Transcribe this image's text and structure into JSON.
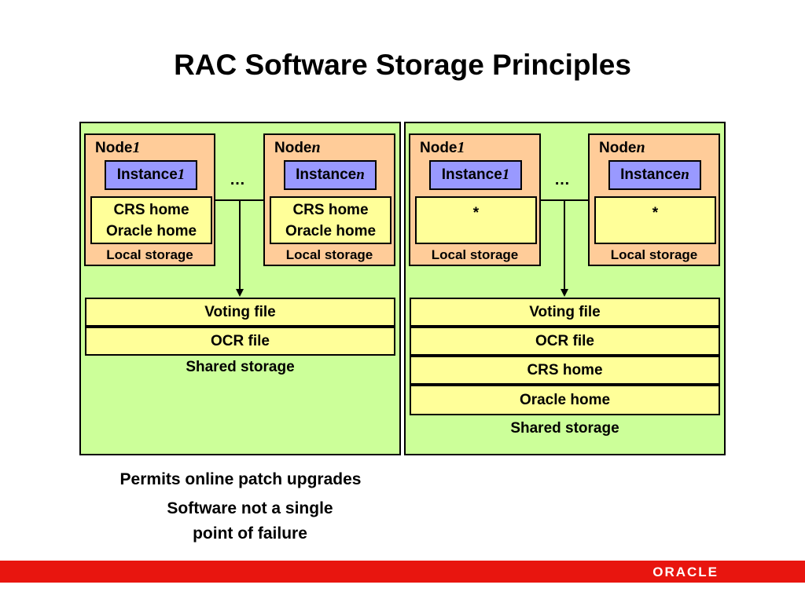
{
  "title": "RAC Software Storage Principles",
  "left": {
    "node1": {
      "label": "Node",
      "sub": "1",
      "instance": "Instance",
      "instance_sub": "1",
      "home_line1": "CRS home",
      "home_line2": "Oracle home",
      "local": "Local storage"
    },
    "noden": {
      "label": "Node",
      "sub": "n",
      "instance": "Instance",
      "instance_sub": "n",
      "home_line1": "CRS home",
      "home_line2": "Oracle home",
      "local": "Local storage"
    },
    "ellipsis": "…",
    "shared_items": [
      "Voting file",
      "OCR file"
    ],
    "shared_label": "Shared storage"
  },
  "right": {
    "node1": {
      "label": "Node",
      "sub": "1",
      "instance": "Instance",
      "instance_sub": "1",
      "home": "*",
      "local": "Local storage"
    },
    "noden": {
      "label": "Node",
      "sub": "n",
      "instance": "Instance",
      "instance_sub": "n",
      "home": "*",
      "local": "Local storage"
    },
    "ellipsis": "…",
    "shared_items": [
      "Voting file",
      "OCR file",
      "CRS home",
      "Oracle home"
    ],
    "shared_label": "Shared storage"
  },
  "bullets": {
    "line1": "Permits online patch upgrades",
    "line2a": "Software not a single",
    "line2b": "point of failure"
  },
  "logo": "ORACLE",
  "colors": {
    "panel": "#ccff99",
    "node": "#ffcc99",
    "instance": "#9999ff",
    "storage": "#ffff99",
    "footer": "#e8150f"
  }
}
